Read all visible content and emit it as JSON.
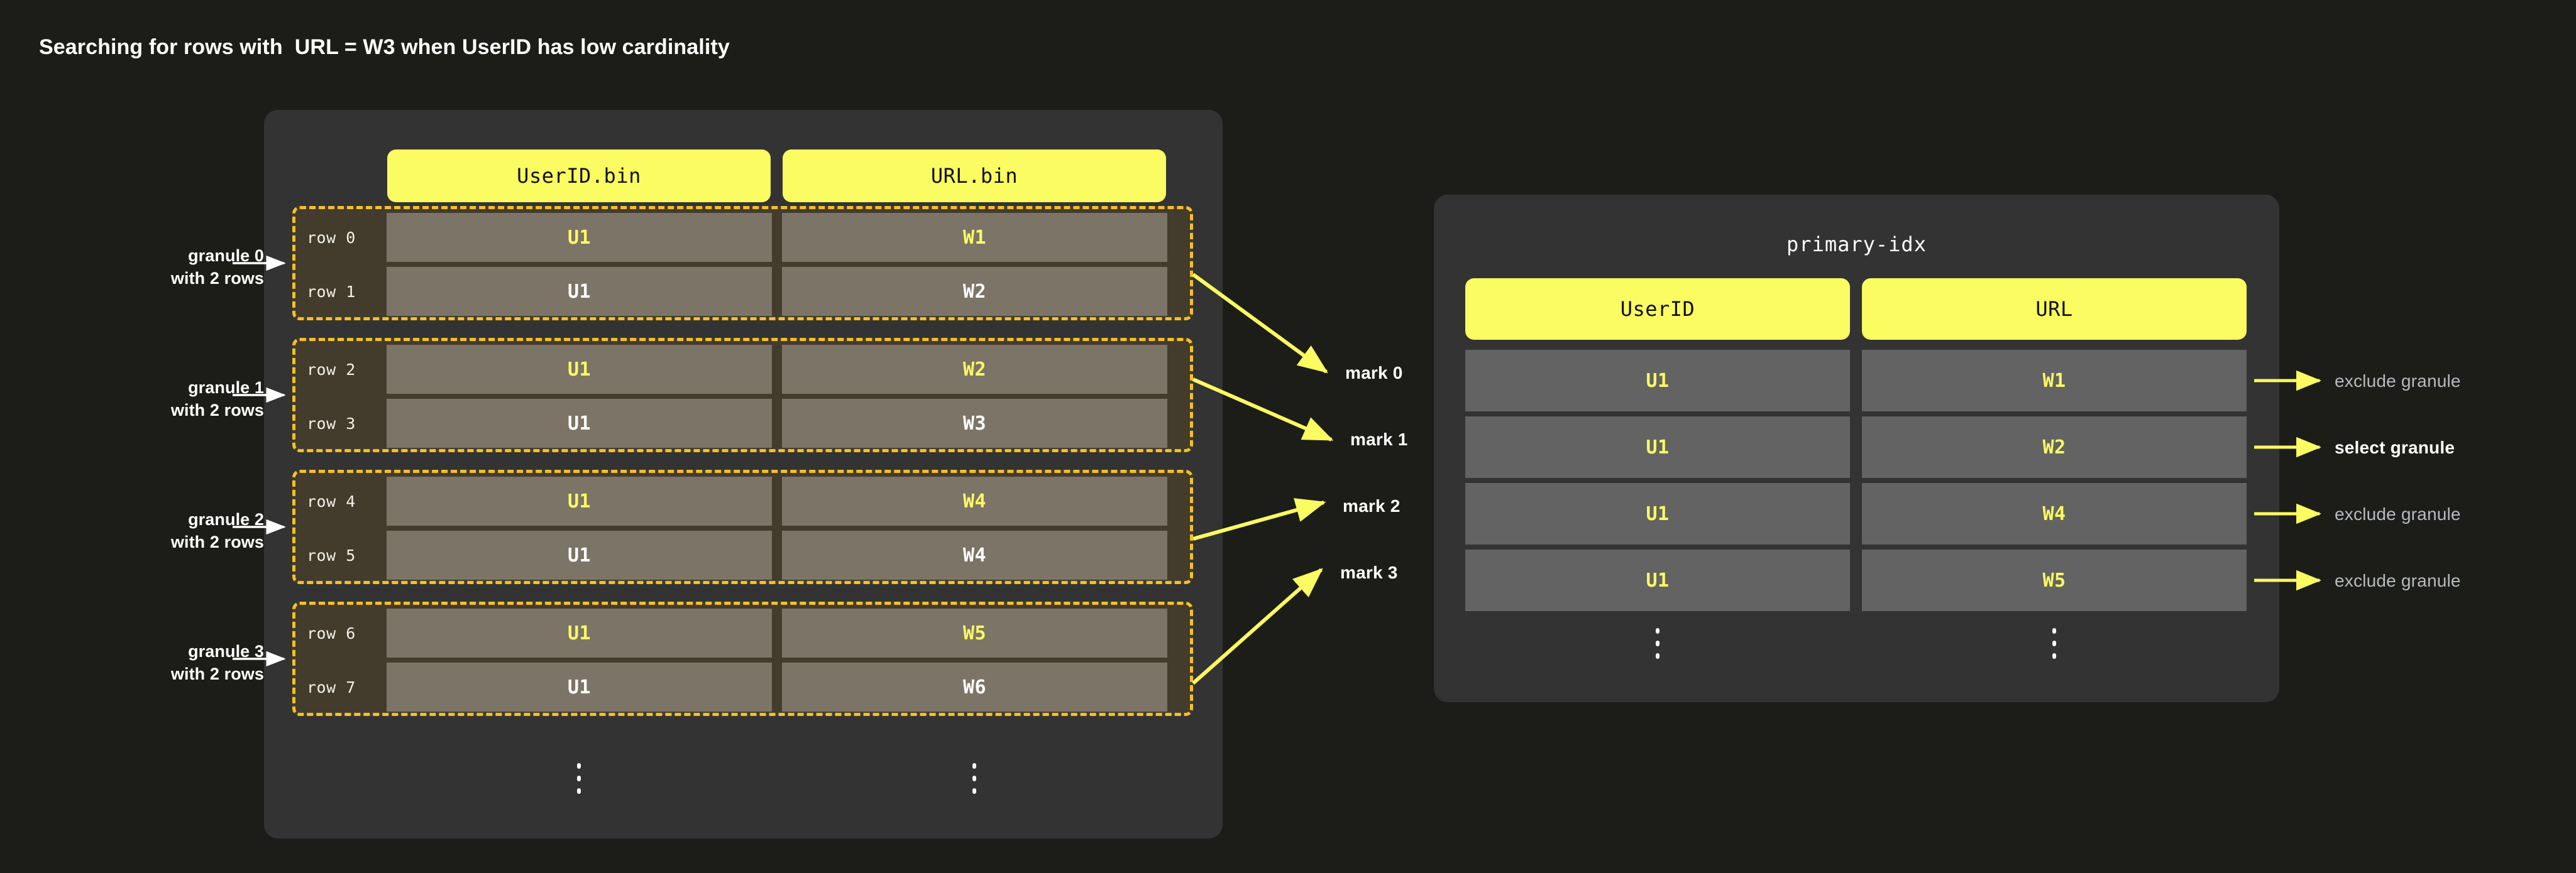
{
  "page": {
    "title": "Searching for rows with  URL = W3 when UserID has low cardinality",
    "background_color": "#1c1d19",
    "accent_color": "#fbfb62",
    "dashed_border_color": "#f5c026"
  },
  "data_panel": {
    "columns": [
      {
        "label": "UserID.bin"
      },
      {
        "label": "URL.bin"
      }
    ],
    "granules": [
      {
        "caption": "granule 0\nwith 2 rows",
        "rows": [
          {
            "row_label": "row 0",
            "userid": "U1",
            "url": "W1",
            "highlighted": true
          },
          {
            "row_label": "row 1",
            "userid": "U1",
            "url": "W2",
            "highlighted": false
          }
        ]
      },
      {
        "caption": "granule 1\nwith 2 rows",
        "rows": [
          {
            "row_label": "row 2",
            "userid": "U1",
            "url": "W2",
            "highlighted": true
          },
          {
            "row_label": "row 3",
            "userid": "U1",
            "url": "W3",
            "highlighted": false
          }
        ]
      },
      {
        "caption": "granule 2\nwith 2 rows",
        "rows": [
          {
            "row_label": "row 4",
            "userid": "U1",
            "url": "W4",
            "highlighted": true
          },
          {
            "row_label": "row 5",
            "userid": "U1",
            "url": "W4",
            "highlighted": false
          }
        ]
      },
      {
        "caption": "granule 3\nwith 2 rows",
        "rows": [
          {
            "row_label": "row 6",
            "userid": "U1",
            "url": "W5",
            "highlighted": true
          },
          {
            "row_label": "row 7",
            "userid": "U1",
            "url": "W6",
            "highlighted": false
          }
        ]
      }
    ],
    "more_indicator": "vertical-ellipsis"
  },
  "marks": [
    {
      "label": "mark 0"
    },
    {
      "label": "mark 1"
    },
    {
      "label": "mark 2"
    },
    {
      "label": "mark 3"
    }
  ],
  "index_panel": {
    "title": "primary-idx",
    "columns": [
      {
        "label": "UserID"
      },
      {
        "label": "URL"
      }
    ],
    "rows": [
      {
        "userid": "U1",
        "url": "W1",
        "decision": "exclude granule",
        "decision_kind": "exclude"
      },
      {
        "userid": "U1",
        "url": "W2",
        "decision": "select granule",
        "decision_kind": "select"
      },
      {
        "userid": "U1",
        "url": "W4",
        "decision": "exclude granule",
        "decision_kind": "exclude"
      },
      {
        "userid": "U1",
        "url": "W5",
        "decision": "exclude granule",
        "decision_kind": "exclude"
      }
    ],
    "more_indicator": "vertical-ellipsis"
  }
}
